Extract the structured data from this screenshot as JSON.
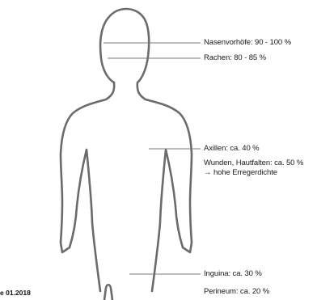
{
  "annotations": {
    "nasal": "Nasenvorhöfe: 90 - 100 %",
    "pharynx": "Rachen: 80 - 85 %",
    "axilla": "Axillen: ca. 40 %",
    "wounds": "Wunden, Hautfalten: ca. 50 %",
    "wounds_note": "→ hohe Erregerdichte",
    "inguinal": "Inguina: ca. 30 %",
    "perineum": "Perineum: ca. 20 %"
  },
  "footnote": "e 01.2018",
  "colors": {
    "outline": "#6b6b6b",
    "leader_line": "#7a7a7a",
    "text": "#1a1a1a"
  }
}
